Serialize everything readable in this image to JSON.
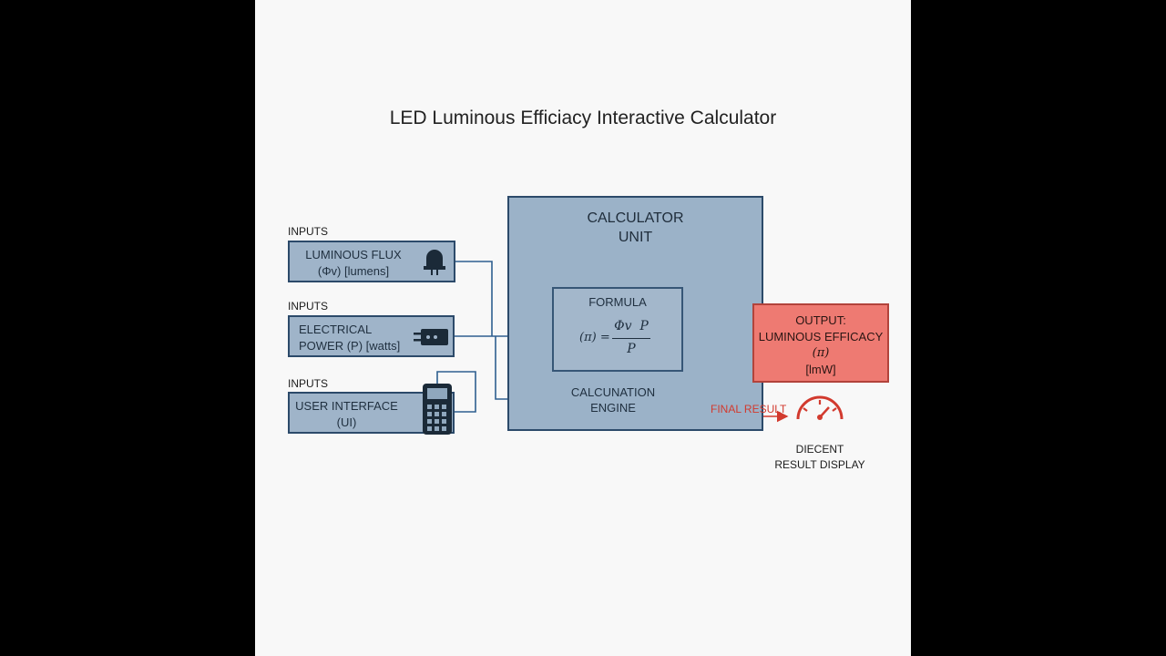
{
  "title": "LED Luminous Efficiacy Interactive Calculator",
  "inputs": [
    {
      "heading": "INPUTS",
      "line1": "LUMINOUS FLUX",
      "line2": "(Φv) [lumens]",
      "icon": "led-bulb-icon"
    },
    {
      "heading": "INPUTS",
      "line1": "ELECTRICAL",
      "line2": "POWER (P) [watts]",
      "icon": "power-plug-icon"
    },
    {
      "heading": "INPUTS",
      "line1": "USER INTERFACE",
      "line2": "(UI)",
      "icon": "keypad-device-icon"
    }
  ],
  "calculator": {
    "line1": "CALCULATOR",
    "line2": "UNIT"
  },
  "formula": {
    "label": "FORMULA",
    "lhs": "(π) =",
    "numerator": "Φv  P",
    "denominator": "P"
  },
  "engine": {
    "line1": "CALCUNATION",
    "line2": "ENGINE"
  },
  "output": {
    "line1": "OUTPUT:",
    "line2": "LUMINOUS EFFICACY",
    "line3": "(π)",
    "line4": "[lmW]"
  },
  "final_result_label": "FINAL RESULT",
  "display": {
    "line1": "DIECENT",
    "line2": "RESULT DISPLAY",
    "icon": "gauge-icon"
  },
  "colors": {
    "box_fill": "#9fb4c9",
    "box_border": "#2c4a6a",
    "wire": "#2f5f8f",
    "output_fill": "#ee7a72",
    "result_red": "#d23a2e"
  }
}
